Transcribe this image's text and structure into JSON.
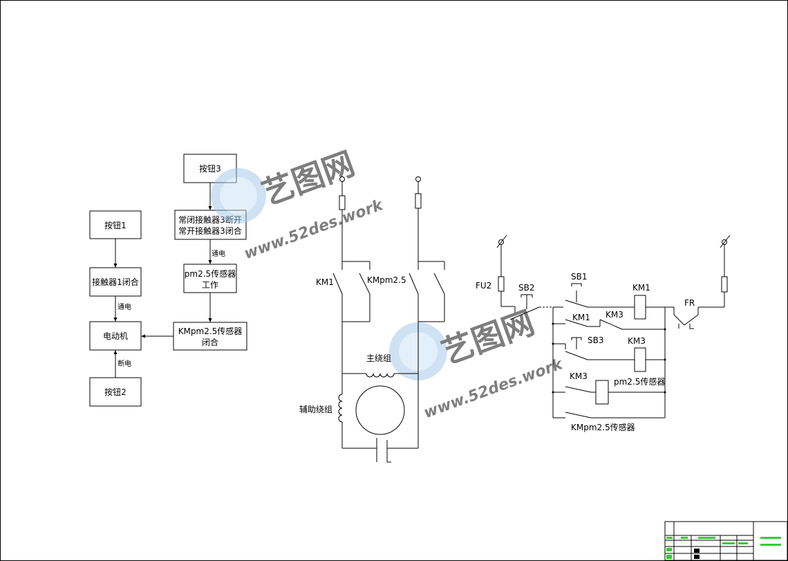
{
  "flowchart": {
    "btn1": "按钮1",
    "btn2": "按钮2",
    "btn3": "按钮3",
    "contactor1": "接触器1闭合",
    "motor": "电动机",
    "contactor3_line1": "常闭接触器3断开",
    "contactor3_line2": "常开接触器3闭合",
    "sensor_line1": "pm2.5传感器",
    "sensor_line2": "工作",
    "km_sensor_line1": "KMpm2.5传感器",
    "km_sensor_line2": "闭合",
    "edge_power_on_1": "通电",
    "edge_power_on_2": "通电",
    "edge_power_off": "断电"
  },
  "main_circuit": {
    "km1": "KM1",
    "km_pm25": "KMpm2.5",
    "main_winding": "主绕组",
    "aux_winding": "辅助绕组"
  },
  "control_circuit": {
    "fu2": "FU2",
    "sb2": "SB2",
    "sb1": "SB1",
    "sb3": "SB3",
    "km1_coil": "KM1",
    "km1_contact": "KM1",
    "km3_nc": "KM3",
    "km3_coil": "KM3",
    "km3_contact": "KM3",
    "fr": "FR",
    "pm25_sensor": "pm2.5传感器",
    "km_pm25_sensor": "KMpm2.5传感器"
  },
  "watermark": {
    "brand": "艺图网",
    "url": "www.52des.work"
  }
}
